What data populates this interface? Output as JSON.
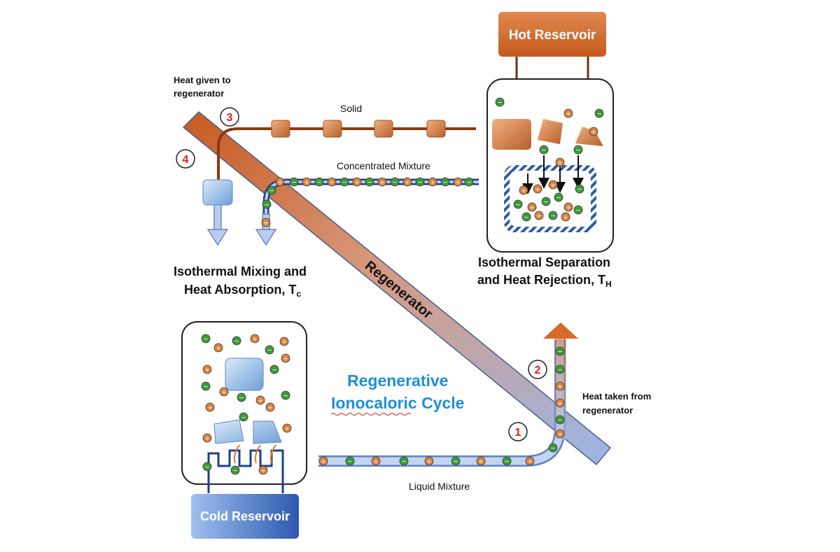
{
  "labels": {
    "hot_reservoir": "Hot Reservoir",
    "cold_reservoir": "Cold Reservoir",
    "heat_given": "Heat given to regenerator",
    "heat_taken": "Heat taken from regenerator",
    "solid": "Solid",
    "concentrated_mixture": "Concentrated Mixture",
    "liquid_mixture": "Liquid  Mixture",
    "regenerator": "Regenerator",
    "mixing_line1": "Isothermal Mixing and",
    "mixing_line2": "Heat Absorption, T",
    "mixing_sub": "c",
    "separation_line1": "Isothermal Separation",
    "separation_line2": "and Heat Rejection, T",
    "separation_sub": "H",
    "title_line1": "Regenerative",
    "title_line2": "Ionocaloric Cycle"
  },
  "steps": [
    "1",
    "2",
    "3",
    "4"
  ],
  "colors": {
    "hot": "#cf6a2c",
    "cold": "#4a78c4",
    "anion_green": "#3e9a3a",
    "cation_orange": "#d9823f",
    "title_blue": "#1f8fd6",
    "step_red": "#d62020"
  },
  "icons": {
    "cation": "plus-ion-icon",
    "anion": "minus-ion-icon",
    "solid": "salt-crystal-icon",
    "ice": "ice-cube-icon"
  }
}
